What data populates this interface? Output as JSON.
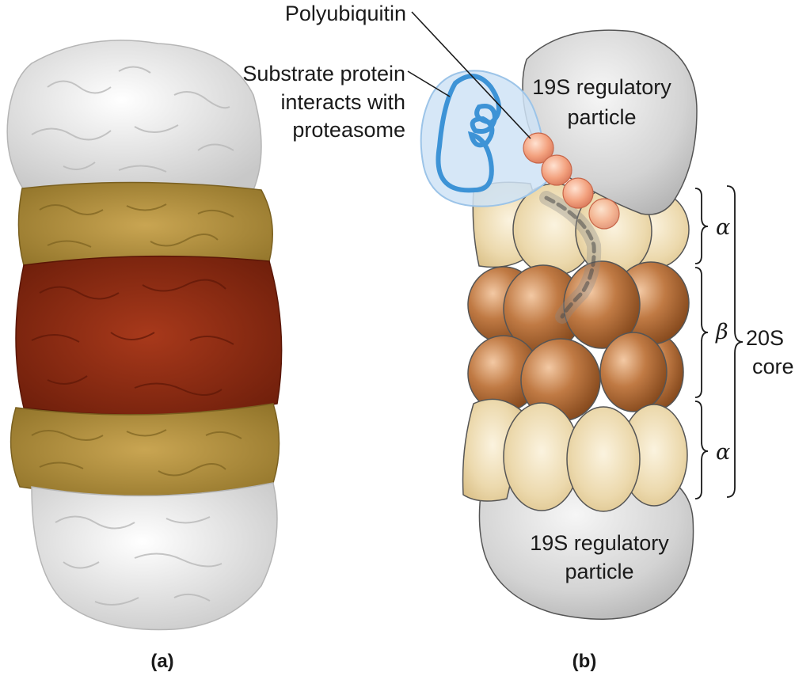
{
  "colors": {
    "alpha_ring": "#e6d3a6",
    "beta_ring": "#a86a3a",
    "regulatory": "#d9d9d9",
    "ubiquitin": "#f3a27f",
    "substrate": "#3d93d6",
    "surface_white": "#eeeeee",
    "surface_gold": "#b0903e",
    "surface_red": "#8a2a12"
  },
  "panel_a": {
    "label": "(a)"
  },
  "panel_b": {
    "label": "(b)",
    "polyubiquitin": "Polyubiquitin",
    "substrate_line1": "Substrate protein",
    "substrate_line2": "interacts with",
    "substrate_line3": "proteasome",
    "top_cap_line1": "19S regulatory",
    "top_cap_line2": "particle",
    "bottom_cap_line1": "19S regulatory",
    "bottom_cap_line2": "particle",
    "alpha_top": "α",
    "beta": "β",
    "alpha_bottom": "α",
    "core_line1": "20S",
    "core_line2": "core"
  }
}
